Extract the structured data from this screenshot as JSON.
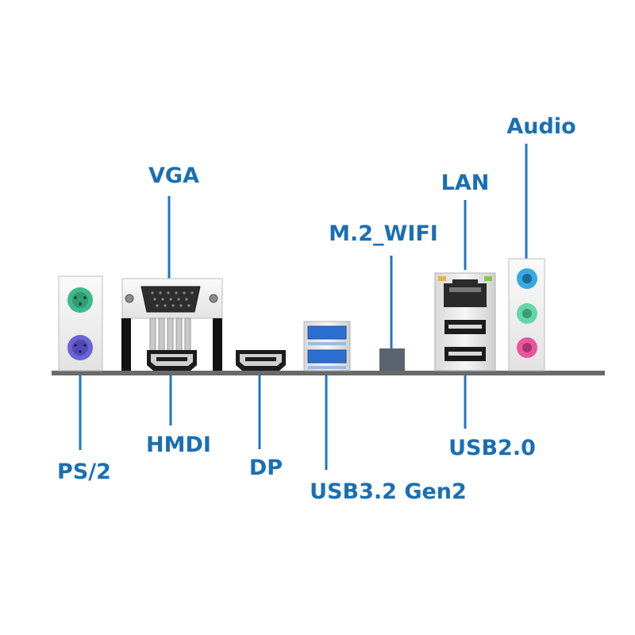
{
  "labels": {
    "vga": "VGA",
    "audio": "Audio",
    "lan": "LAN",
    "m2_wifi": "M.2_WIFI",
    "hdmi": "HMDI",
    "ps2": "PS/2",
    "dp": "DP",
    "usb32": "USB3.2 Gen2",
    "usb20": "USB2.0"
  },
  "colors": {
    "label": "#1a6fb3",
    "leader_line": "#1f77c0",
    "baseline": "#6a6a6a",
    "ps2_keyboard": "#6d63d6",
    "ps2_mouse": "#3fb98a",
    "usb3_blue": "#2a6fd0",
    "audio_blue": "#3aa8e0",
    "audio_green": "#67d6a7",
    "audio_pink": "#e8579c"
  },
  "icons": [
    "ps2-port-icon",
    "vga-port-icon",
    "hdmi-port-icon",
    "dp-port-icon",
    "usb3-port-icon",
    "m2-wifi-antenna-icon",
    "lan-port-icon",
    "usb2-port-icon",
    "audio-jack-icon"
  ]
}
